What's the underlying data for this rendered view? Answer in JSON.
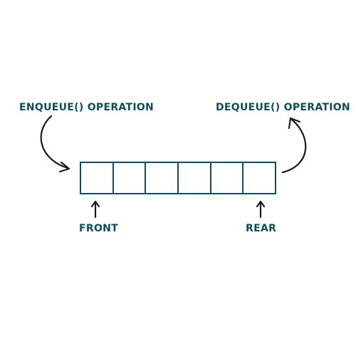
{
  "diagram": {
    "enqueue_label": "ENQUEUE() OPERATION",
    "dequeue_label": "DEQUEUE() OPERATION",
    "front_label": "FRONT",
    "rear_label": "REAR",
    "queue_cells": [
      "",
      "",
      "",
      "",
      "",
      ""
    ]
  },
  "colors": {
    "text": "#0f4c5c",
    "cell_border": "#0f4c5c",
    "arrow": "#1a1a1a",
    "background": "#ffffff"
  }
}
